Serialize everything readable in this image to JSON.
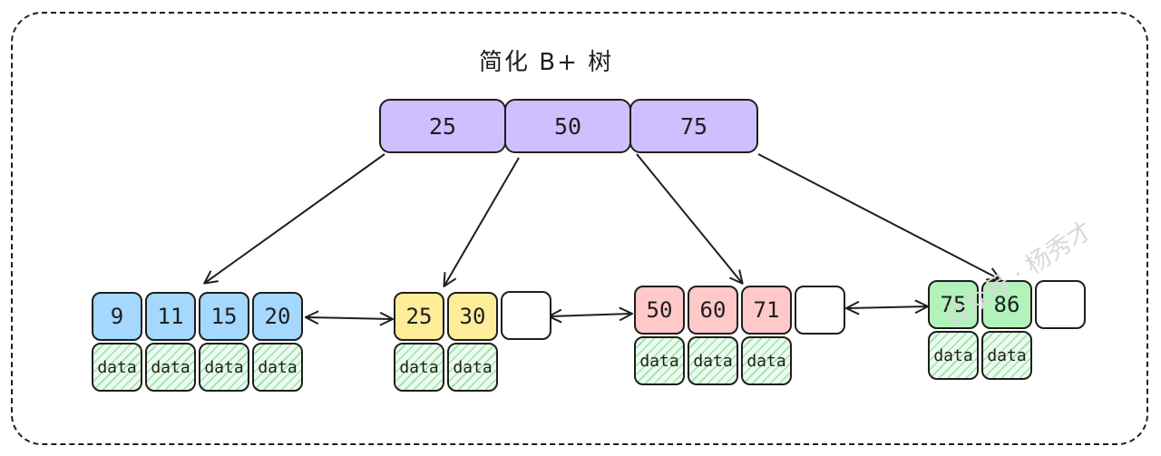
{
  "title": "简化 B+ 树",
  "root": {
    "keys": [
      "25",
      "50",
      "75"
    ]
  },
  "leaves": [
    {
      "keys": [
        "9",
        "11",
        "15",
        "20"
      ],
      "data": [
        "data",
        "data",
        "data",
        "data"
      ],
      "empty_slots": 0,
      "color": "#a5d8ff"
    },
    {
      "keys": [
        "25",
        "30"
      ],
      "data": [
        "data",
        "data"
      ],
      "empty_slots": 1,
      "color": "#ffec99"
    },
    {
      "keys": [
        "50",
        "60",
        "71"
      ],
      "data": [
        "data",
        "data",
        "data"
      ],
      "empty_slots": 1,
      "color": "#ffc9c9"
    },
    {
      "keys": [
        "75",
        "86"
      ],
      "data": [
        "data",
        "data"
      ],
      "empty_slots": 1,
      "color": "#b2f2bb"
    }
  ],
  "colors": {
    "root": "#d0bfff",
    "data_fill": "#ebfbee",
    "data_hatch": "#40c057",
    "stroke": "#1e1e1e"
  },
  "watermark": "公众号 · 杨秀才"
}
